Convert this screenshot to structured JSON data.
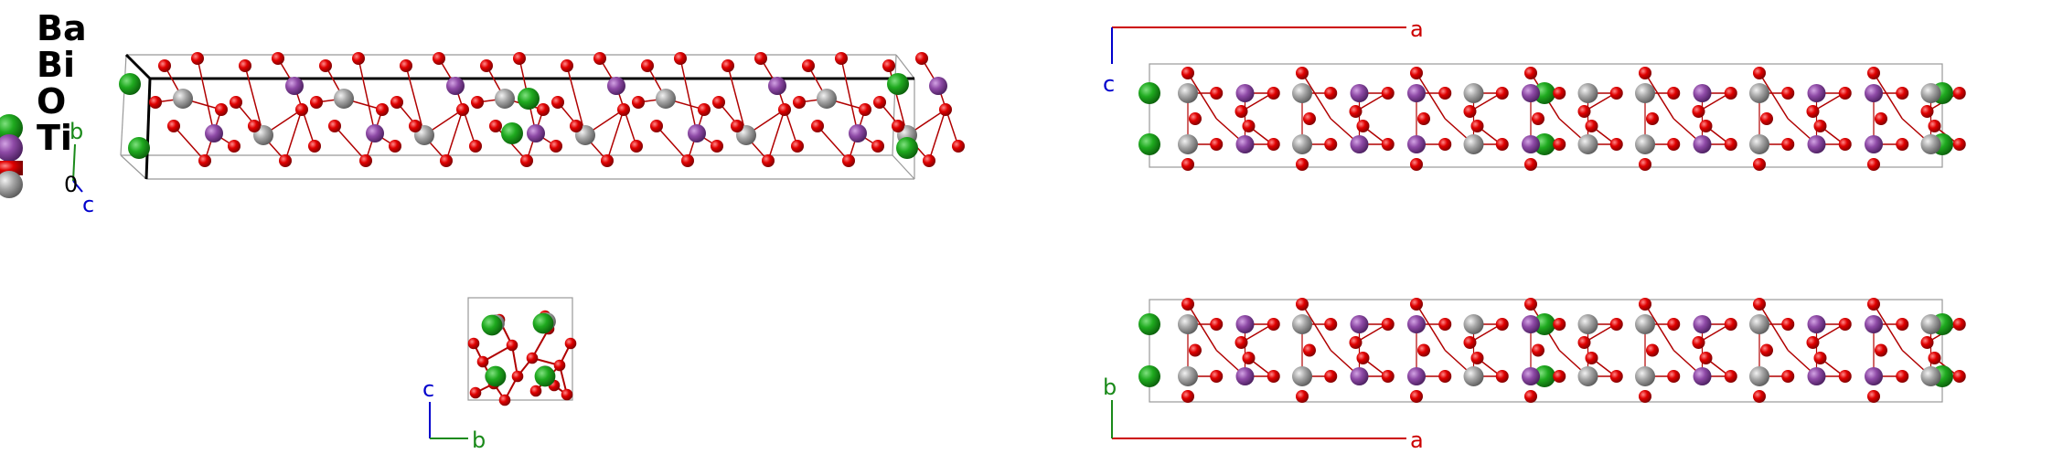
{
  "legend": {
    "elements": [
      {
        "symbol": "Ba",
        "color": "#1faa1f"
      },
      {
        "symbol": "Bi",
        "color": "#8e4aa6"
      },
      {
        "symbol": "O",
        "color": "#e00000"
      },
      {
        "symbol": "Ti",
        "color": "#a6a6a6"
      }
    ]
  },
  "axes": {
    "a": {
      "label": "a",
      "color": "#cc0000"
    },
    "b": {
      "label": "b",
      "color": "#1a8a1a"
    },
    "c": {
      "label": "c",
      "color": "#0000cc"
    },
    "origin": {
      "label": "0",
      "color": "#000000"
    }
  },
  "colors": {
    "bond": "#b00000",
    "cell": "#999999",
    "cell_edge_dark": "#000000"
  }
}
